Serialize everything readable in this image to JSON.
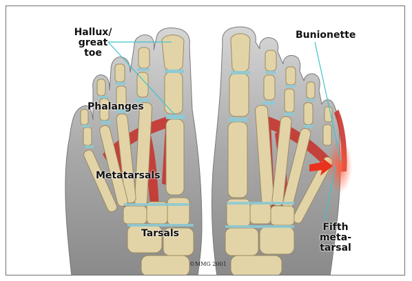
{
  "diagram": {
    "labels": {
      "hallux": "Hallux/\ngreat\ntoe",
      "bunionette": "Bunionette",
      "phalanges": "Phalanges",
      "metatarsals": "Metatarsals",
      "tarsals": "Tarsals",
      "fifth_metatarsal": "Fifth\nmeta-\ntarsal"
    },
    "copyright": "©MMG 2001"
  },
  "colors": {
    "bone": "#e3d4a8",
    "bone_edge": "#9c8a5e",
    "joint": "#8ecad3",
    "muscle": "#c8322c",
    "skin": "#9a9a9a",
    "leader_line": "#3cc3cc",
    "arrow": "#e8321e"
  }
}
